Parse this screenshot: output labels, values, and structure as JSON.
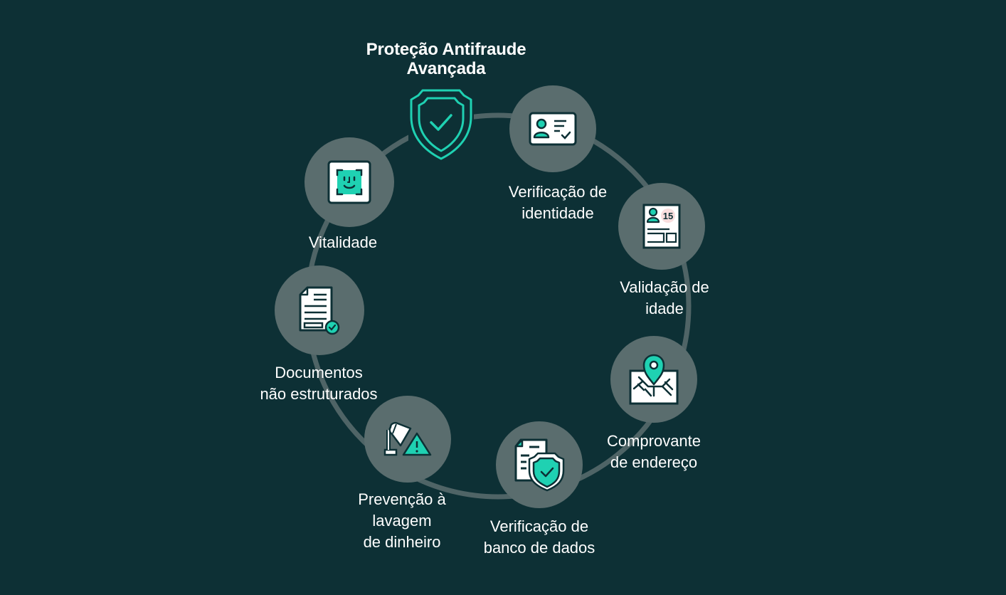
{
  "diagram": {
    "title_lines": [
      "Proteção Antifraude",
      "Avançada"
    ],
    "center_icon": "shield-check-icon",
    "colors": {
      "background": "#0d3035",
      "node_fill": "#5a6d6e",
      "ring": "#4f6466",
      "accent": "#1fd1b2",
      "text": "#ffffff"
    },
    "nodes": [
      {
        "id": "identity",
        "icon": "id-card-icon",
        "label_lines": [
          "Verificação de",
          "identidade"
        ]
      },
      {
        "id": "age",
        "icon": "age-document-icon",
        "badge": "15",
        "label_lines": [
          "Validação de",
          "idade"
        ]
      },
      {
        "id": "address",
        "icon": "map-pin-icon",
        "label_lines": [
          "Comprovante",
          "de endereço"
        ]
      },
      {
        "id": "database",
        "icon": "document-shield-icon",
        "label_lines": [
          "Verificação de",
          "banco de dados"
        ]
      },
      {
        "id": "aml",
        "icon": "lamp-warning-icon",
        "label_lines": [
          "Prevenção à",
          "lavagem",
          "de dinheiro"
        ]
      },
      {
        "id": "documents",
        "icon": "document-check-icon",
        "label_lines": [
          "Documentos",
          "não estruturados"
        ]
      },
      {
        "id": "liveness",
        "icon": "face-scan-icon",
        "label_lines": [
          "Vitalidade"
        ]
      }
    ]
  }
}
